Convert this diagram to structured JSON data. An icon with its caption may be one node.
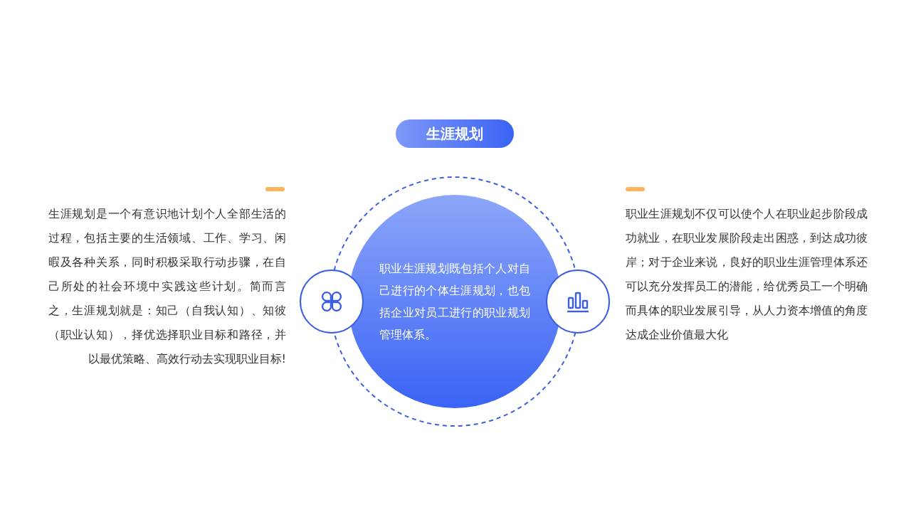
{
  "diagram": {
    "nodes": [
      {
        "text": [
          "生涯规划"
        ]
      },
      {
        "text": [
          "职业生涯规划既包括个人对自己进行的个体生涯规划，也包括企业对员工进行的职业规划管理体系。"
        ]
      },
      {
        "text": [],
        "shape": "circle"
      },
      {
        "text": [],
        "shape": "circle"
      }
    ],
    "labels": [
      "生涯规划是一个有意识地计划个人全部生活的过程，包括主要的生活领域、工作、学习、闲暇及各种关系，同时积极采取行动步骤，在自己所处的社会环境中实践这些计划。简而言之，生涯规划就是：知己（自我认知）、知彼（职业认知），择优选择职业目标和路径，并以最优策略、高效行动去实现职业目标!",
      "职业生涯规划不仅可以使个人在职业起步阶段成功就业，在职业发展阶段走出困惑，到达成功彼岸；对于企业来说，良好的职业生涯管理体系还可以充分发挥员工的潜能，给优秀员工一个明确而具体的职业发展引导，从人力资本增值的角度达成企业价值最大化"
    ]
  }
}
